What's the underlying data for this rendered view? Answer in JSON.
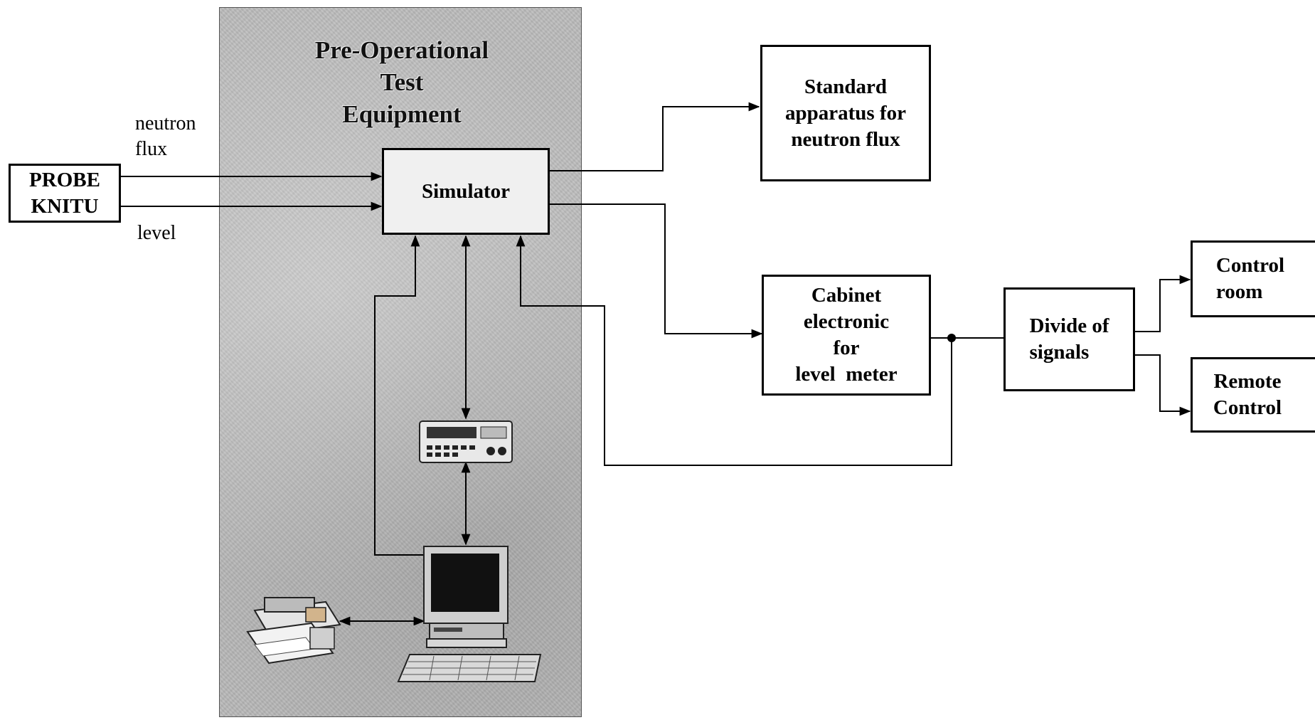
{
  "panel": {
    "title_lines": [
      "Pre-Operational",
      "Test",
      "Equipment"
    ]
  },
  "probe": {
    "lines": [
      "PROBE",
      "KNITU"
    ]
  },
  "inputs": {
    "neutron_lines": [
      "neutron",
      "flux"
    ],
    "level": "level"
  },
  "simulator": {
    "label": "Simulator"
  },
  "standard": {
    "lines": [
      "Standard",
      "apparatus for",
      "neutron flux"
    ]
  },
  "cabinet": {
    "lines": [
      "Cabinet",
      "electronic",
      "for",
      "level  meter"
    ]
  },
  "divide": {
    "lines": [
      "Divide of",
      "signals"
    ]
  },
  "control_room": {
    "lines": [
      "Control",
      "room"
    ]
  },
  "remote_control": {
    "lines": [
      "Remote",
      "Control"
    ]
  },
  "devices": {
    "meter": "multimeter-icon",
    "computer": "computer-icon",
    "printer": "printer-icon"
  }
}
